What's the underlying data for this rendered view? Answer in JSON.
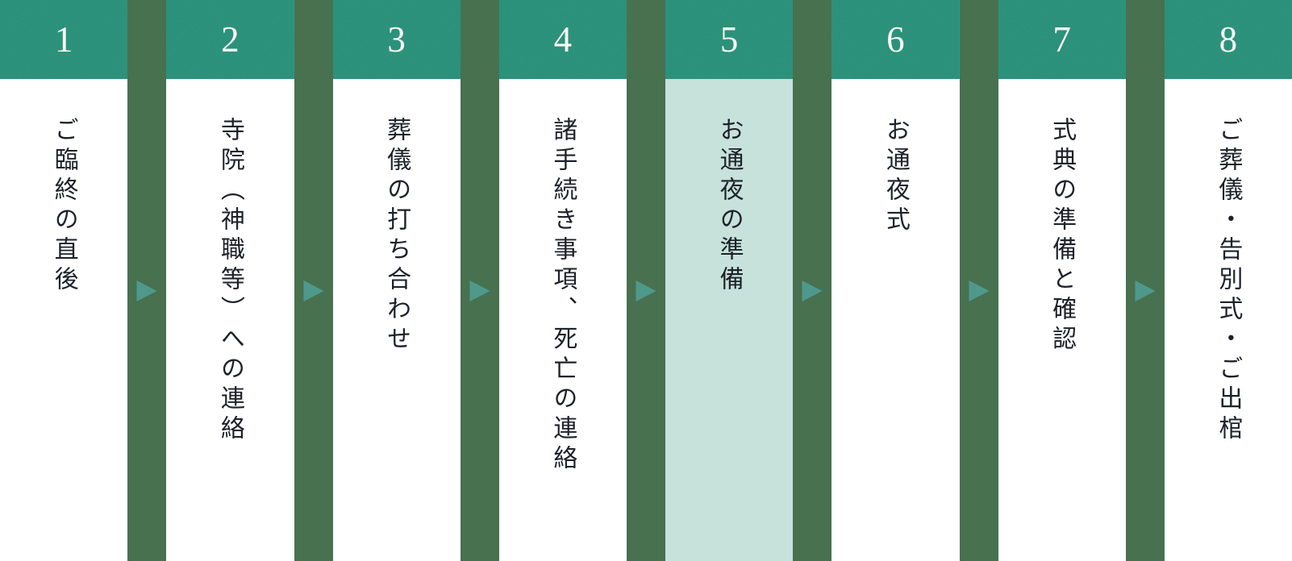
{
  "diagram": {
    "type": "process-flow",
    "subject": "funeral-steps",
    "orientation": "horizontal",
    "text_direction": "vertical-rl"
  },
  "colors": {
    "header_teal": "#31a289",
    "divider_green": "#487150",
    "arrow_teal": "#4f998c",
    "highlight_body": "#c7e2db",
    "body_white": "#ffffff",
    "number_text": "#f9f9f5",
    "label_text": "#1d2129"
  },
  "steps": [
    {
      "number": "1",
      "label": "ご臨終の直後",
      "highlighted": false
    },
    {
      "number": "2",
      "label": "寺院（神職等）への連絡",
      "highlighted": false
    },
    {
      "number": "3",
      "label": "葬儀の打ち合わせ",
      "highlighted": false
    },
    {
      "number": "4",
      "label": "諸手続き事項、死亡の連絡",
      "highlighted": false
    },
    {
      "number": "5",
      "label": "お通夜の準備",
      "highlighted": true
    },
    {
      "number": "6",
      "label": "お通夜式",
      "highlighted": false
    },
    {
      "number": "7",
      "label": "式典の準備と確認",
      "highlighted": false
    },
    {
      "number": "8",
      "label": "ご葬儀・告別式・ご出棺",
      "highlighted": false
    }
  ]
}
